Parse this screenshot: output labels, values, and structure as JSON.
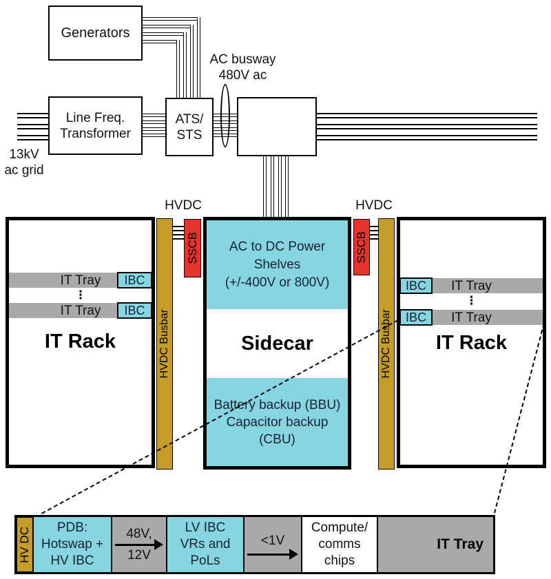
{
  "colors": {
    "cyan": "#87D4E2",
    "gold": "#C59C28",
    "red": "#E5342B",
    "gray": "#A9A9A9",
    "navy": "#16242F"
  },
  "top": {
    "generators": "Generators",
    "transformer": [
      "Line Freq.",
      "Transformer"
    ],
    "ats": [
      "ATS/",
      "STS"
    ],
    "busway": [
      "AC busway",
      "480V ac"
    ],
    "grid": [
      "13kV",
      "ac grid"
    ]
  },
  "mid": {
    "hvdc_left": "HVDC",
    "hvdc_right": "HVDC",
    "busbar_left": "HVDC Busbar",
    "busbar_right": "HVDC Busbar",
    "sscb_left": "SSCB",
    "sscb_right": "SSCB",
    "left_rack": {
      "title": "IT Rack",
      "tray1": "IT Tray",
      "ibc1": "IBC",
      "dots": "⋮",
      "tray2": "IT Tray",
      "ibc2": "IBC"
    },
    "right_rack": {
      "title": "IT Rack",
      "tray1": "IT Tray",
      "ibc1": "IBC",
      "dots": "⋮",
      "tray2": "IT Tray",
      "ibc2": "IBC"
    },
    "sidecar": {
      "shelves": [
        "AC to DC Power",
        "Shelves",
        "(+/-400V or 800V)"
      ],
      "title": "Sidecar",
      "backup": [
        "Battery backup (BBU)",
        "Capacitor backup",
        "(CBU)"
      ]
    }
  },
  "bottom": {
    "hvdc": "HV DC",
    "pdb": [
      "PDB:",
      "Hotswap +",
      "HV IBC"
    ],
    "conv48": [
      "48V,",
      "12V"
    ],
    "lvibc": [
      "LV IBC",
      "VRs and",
      "PoLs"
    ],
    "conv1v": "<1V",
    "compute": [
      "Compute/",
      "comms",
      "chips"
    ],
    "tray": "IT Tray"
  }
}
